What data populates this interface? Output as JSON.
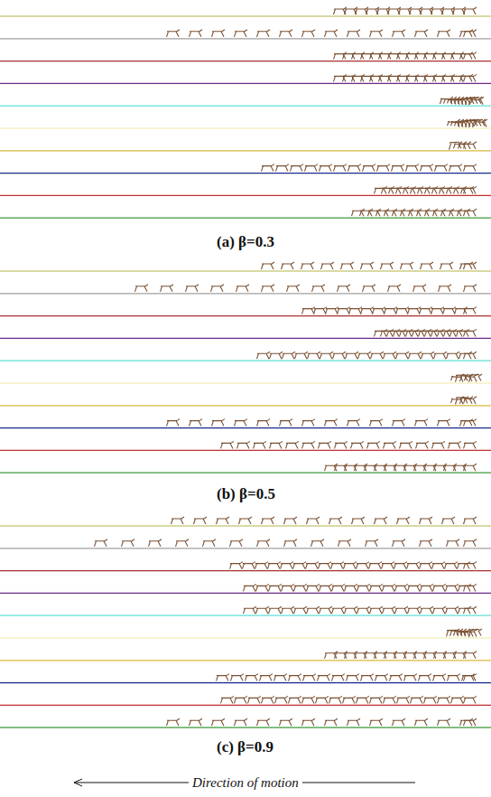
{
  "diagram": {
    "labels": [
      "(a) β=0.3",
      "(b) β=0.5",
      "(c) β=0.9",
      "Direction of motion"
    ]
  }
}
